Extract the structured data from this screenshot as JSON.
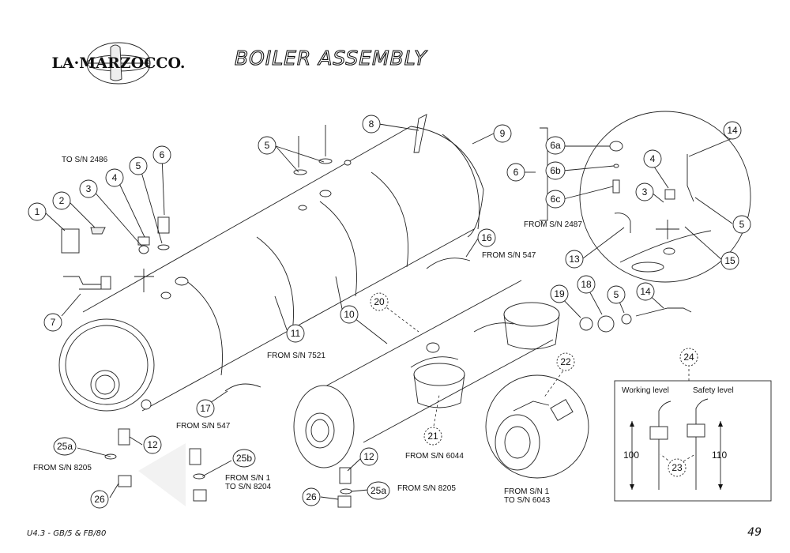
{
  "header": {
    "brand": "LA·MARZOCCO.",
    "title": "BOILER ASSEMBLY"
  },
  "footer": {
    "model": "U4.3 - GB/5 & FB/80",
    "page": "49"
  },
  "notes": {
    "to_sn_2486": "TO S/N 2486",
    "from_sn_2487": "FROM S/N 2487",
    "from_sn_547_top": "FROM S/N 547",
    "from_sn_7521": "FROM S/N 7521",
    "from_sn_547_bottom": "FROM S/N 547",
    "from_sn_6044": "FROM S/N 6044",
    "from_sn_8205_left": "FROM S/N 8205",
    "from_sn_1_8204_a": "FROM S/N 1",
    "from_sn_1_8204_b": "TO S/N 8204",
    "from_sn_8205_right": "FROM S/N 8205",
    "from_sn_1_6043_a": "FROM S/N 1",
    "from_sn_1_6043_b": "TO S/N 6043"
  },
  "level_probes": {
    "working_level": "Working level",
    "safety_level": "Safety level",
    "dim_working": "100",
    "dim_safety": "110"
  },
  "callouts": {
    "c1": "1",
    "c2": "2",
    "c3": "3",
    "c4": "4",
    "c5a": "5",
    "c6": "6",
    "c7": "7",
    "c5b": "5",
    "c8": "8",
    "c9": "9",
    "c6a": "6a",
    "c6b": "6b",
    "c6c": "6c",
    "c6x": "6",
    "c4b": "4",
    "c3b": "3",
    "c14a": "14",
    "c5c": "5",
    "c15": "15",
    "c13": "13",
    "c16": "16",
    "c11": "11",
    "c10": "10",
    "c20": "20",
    "c19": "19",
    "c18": "18",
    "c5d": "5",
    "c14b": "14",
    "c17": "17",
    "c22": "22",
    "c21": "21",
    "c24": "24",
    "c23": "23",
    "c25a_l": "25a",
    "c12_l": "12",
    "c25b": "25b",
    "c26_l": "26",
    "c12_r": "12",
    "c26_r": "26",
    "c25a_r": "25a"
  }
}
